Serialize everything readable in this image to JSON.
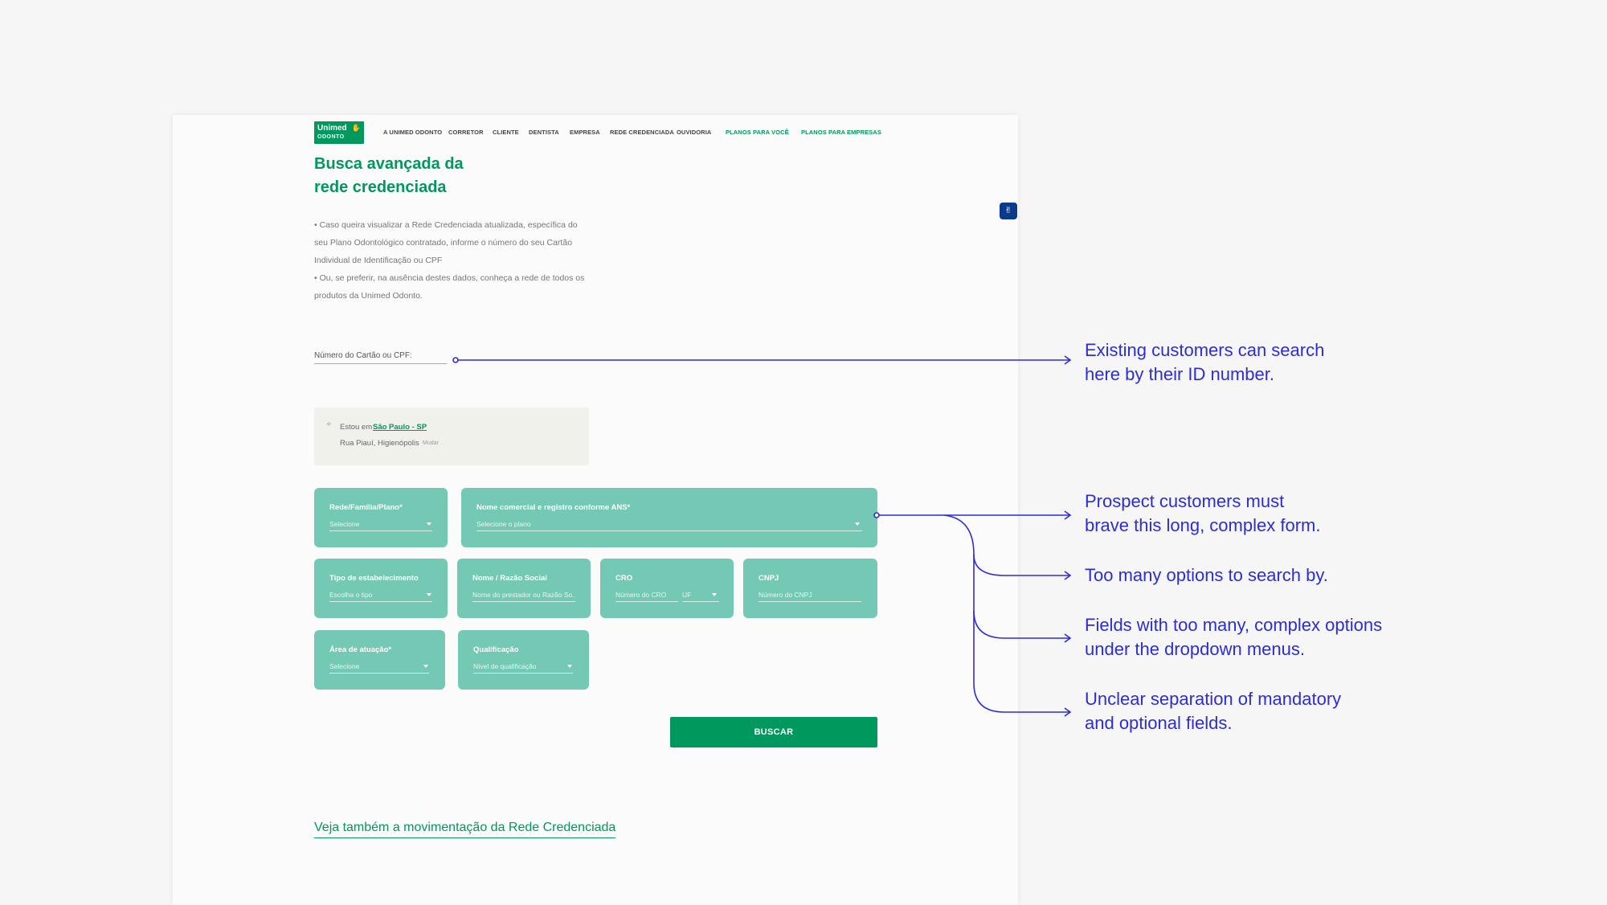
{
  "nav": {
    "logo_line1": "Unimed",
    "logo_line2": "ODONTO",
    "items": [
      "A UNIMED ODONTO",
      "CORRETOR",
      "CLIENTE",
      "DENTISTA",
      "EMPRESA",
      "REDE CREDENCIADA",
      "OUVIDORIA"
    ],
    "accent_items": [
      "PLANOS PARA VOCÊ",
      "PLANOS PARA EMPRESAS"
    ]
  },
  "page": {
    "title_line1": "Busca avançada da",
    "title_line2": "rede credenciada",
    "desc1": "• Caso queira visualizar a Rede Credenciada atualizada, específica do seu Plano Odontológico contratado, informe o número do seu Cartão Individual de Identificação ou CPF",
    "desc2": "• Ou, se preferir, na ausência destes dados, conheça a rede de todos os produtos da Unimed Odonto."
  },
  "search": {
    "card_label": "Número do Cartão ou CPF:"
  },
  "location": {
    "prefix": "Estou em",
    "city": "São Paulo - SP",
    "address": "Rua Piauí, Higienópolis",
    "change": "Mudar"
  },
  "fields": {
    "rede": {
      "label": "Rede/Família/Plano*",
      "value": "Selecione"
    },
    "nome_comercial": {
      "label": "Nome comercial e registro conforme ANS*",
      "value": "Selecione o plano"
    },
    "tipo": {
      "label": "Tipo de estabelecimento",
      "value": "Escolha o tipo"
    },
    "razao": {
      "label": "Nome / Razão Social",
      "value": "Nome do prestador ou Razão So..."
    },
    "cro": {
      "label": "CRO",
      "value": "Número do CRO",
      "uf": "UF"
    },
    "cnpj": {
      "label": "CNPJ",
      "value": "Número do CNPJ"
    },
    "area": {
      "label": "Área de atuação*",
      "value": "Selecione"
    },
    "qualificacao": {
      "label": "Qualificação",
      "value": "Nível de qualificação"
    }
  },
  "actions": {
    "search_label": "BUSCAR"
  },
  "footer": {
    "see_also": "Veja também a movimentação da Rede Credenciada"
  },
  "annotations": [
    {
      "line1": "Existing customers can search",
      "line2": "here by their ID number."
    },
    {
      "line1": "Prospect customers must",
      "line2": "brave this long, complex form."
    },
    {
      "line1": "Too many options to search by.",
      "line2": ""
    },
    {
      "line1": "Fields with too many, complex options",
      "line2": "under the dropdown menus."
    },
    {
      "line1": "Unclear separation of mandatory",
      "line2": "and optional fields."
    }
  ],
  "colors": {
    "brand": "#00985d",
    "field": "#73c9b3",
    "annotation": "#2d2dd6",
    "accessibility": "#0a3a8c"
  },
  "icons": {
    "location": "location-pin-icon",
    "accessibility": "sign-language-icon"
  }
}
